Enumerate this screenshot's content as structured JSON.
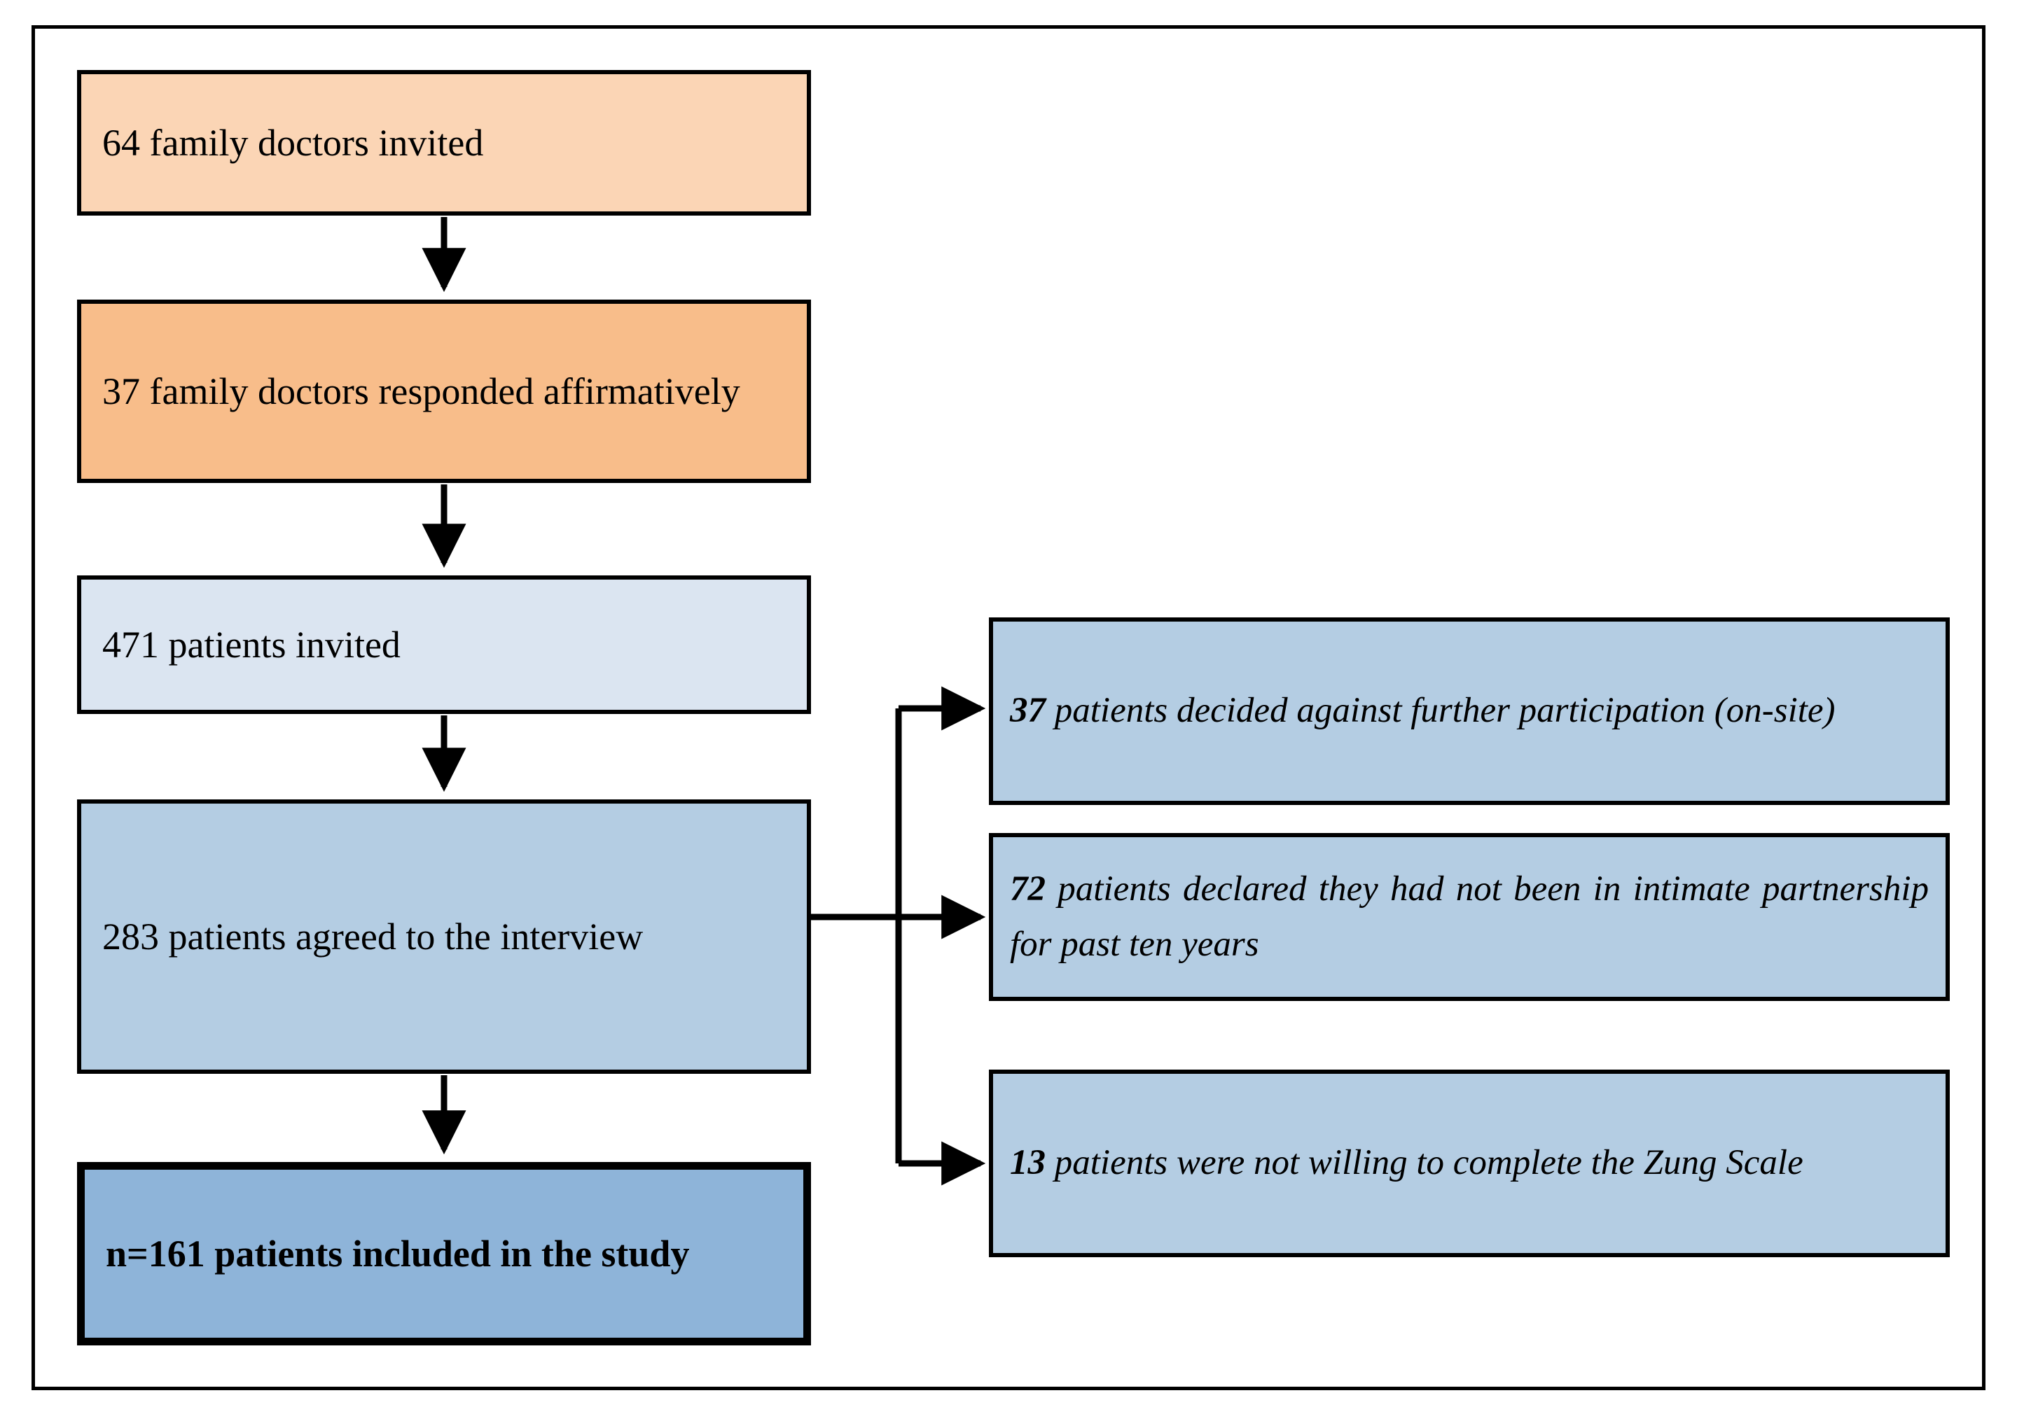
{
  "figure": {
    "type": "study-participant-flow-diagram",
    "frame_color": "#000000",
    "background": "#ffffff"
  },
  "palette": {
    "peach_light": "#fbd5b5",
    "peach_deep": "#f8bd8a",
    "blue_pale": "#dbe5f1",
    "blue_mid": "#b4cde3",
    "blue_deep": "#8eb4d9",
    "stroke": "#000000"
  },
  "main_flow": [
    {
      "id": "doctors-invited",
      "text": "64 family doctors invited",
      "count": 64,
      "fill": "#fbd5b5"
    },
    {
      "id": "doctors-responded",
      "text": "37 family doctors responded affirmatively",
      "count": 37,
      "fill": "#f8bd8a"
    },
    {
      "id": "patients-invited",
      "text": "471 patients invited",
      "count": 471,
      "fill": "#dbe5f1"
    },
    {
      "id": "patients-agreed",
      "text": "283 patients agreed to the interview",
      "count": 283,
      "fill": "#b4cde3"
    },
    {
      "id": "included-study",
      "text": "n=161 patients included in the study",
      "count": 161,
      "fill": "#8eb4d9"
    }
  ],
  "exclusions": [
    {
      "id": "excl-declined",
      "lead": "37",
      "text": " patients decided against further participation (on-site)",
      "count": 37,
      "fill": "#b4cde3"
    },
    {
      "id": "excl-no-partner",
      "lead": "72",
      "text": " patients declared they had not been in intimate partnership for past ten years",
      "count": 72,
      "fill": "#b4cde3"
    },
    {
      "id": "excl-zung",
      "lead": "13",
      "text": " patients were not willing to complete the Zung Scale",
      "count": 13,
      "fill": "#b4cde3"
    }
  ],
  "chart_data": {
    "type": "diagram",
    "title": "",
    "nodes": [
      {
        "label": "64 family doctors invited",
        "value": 64,
        "column": "main",
        "order": 1
      },
      {
        "label": "37 family doctors responded affirmatively",
        "value": 37,
        "column": "main",
        "order": 2
      },
      {
        "label": "471 patients invited",
        "value": 471,
        "column": "main",
        "order": 3
      },
      {
        "label": "283 patients agreed to the interview",
        "value": 283,
        "column": "main",
        "order": 4
      },
      {
        "label": "n=161 patients included in the study",
        "value": 161,
        "column": "main",
        "order": 5
      },
      {
        "label": "37 patients decided against further participation (on-site)",
        "value": 37,
        "column": "exclusion",
        "order": 1
      },
      {
        "label": "72 patients declared they had not been in intimate partnership for past ten years",
        "value": 72,
        "column": "exclusion",
        "order": 2
      },
      {
        "label": "13 patients were not willing to complete the Zung Scale",
        "value": 13,
        "column": "exclusion",
        "order": 3
      }
    ],
    "edges": [
      {
        "from": "64 family doctors invited",
        "to": "37 family doctors responded affirmatively"
      },
      {
        "from": "37 family doctors responded affirmatively",
        "to": "471 patients invited"
      },
      {
        "from": "471 patients invited",
        "to": "283 patients agreed to the interview"
      },
      {
        "from": "283 patients agreed to the interview",
        "to": "n=161 patients included in the study"
      },
      {
        "from": "283 patients agreed to the interview",
        "to": "37 patients decided against further participation (on-site)"
      },
      {
        "from": "283 patients agreed to the interview",
        "to": "72 patients declared they had not been in intimate partnership for past ten years"
      },
      {
        "from": "283 patients agreed to the interview",
        "to": "13 patients were not willing to complete the Zung Scale"
      }
    ]
  }
}
